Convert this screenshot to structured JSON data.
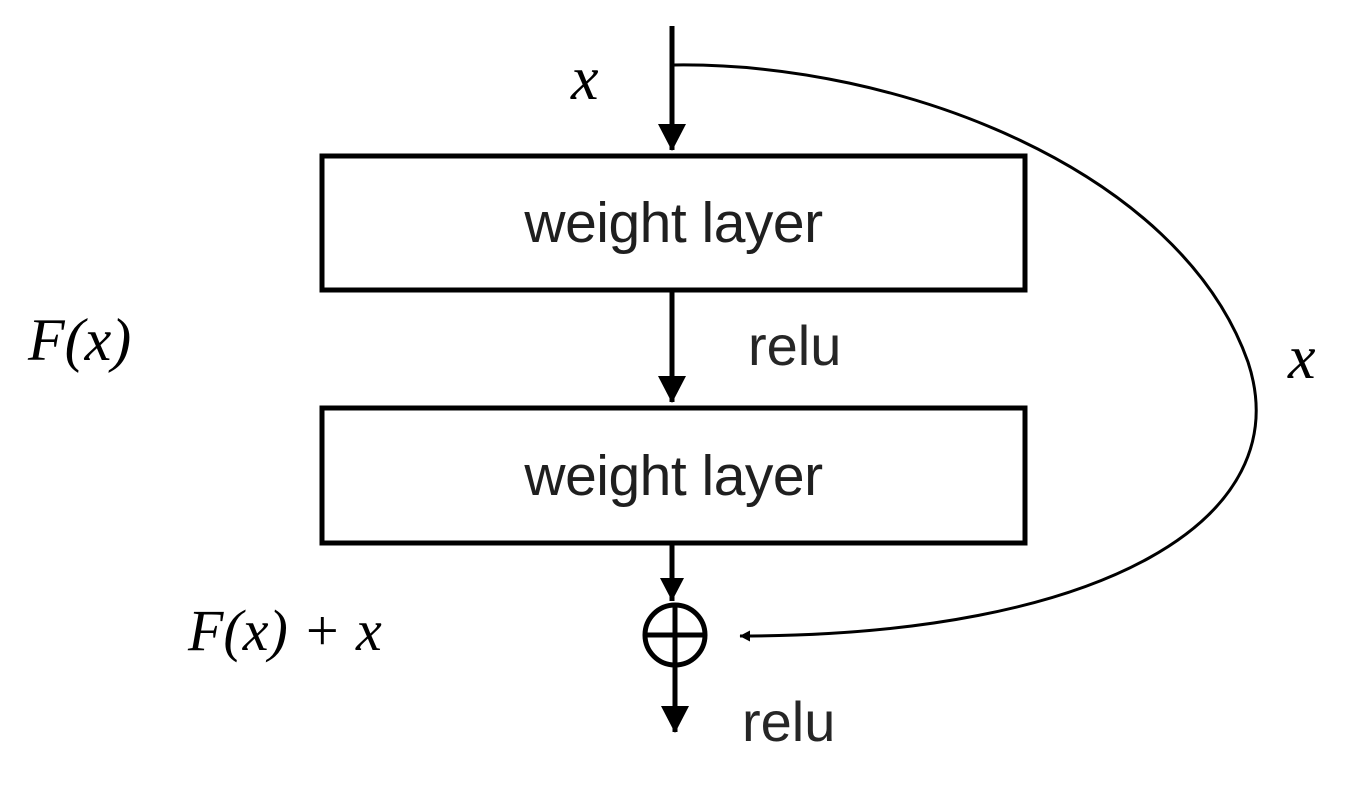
{
  "figure": {
    "name": "residual-learning-building-block",
    "background_color": "#ffffff",
    "stroke_color": "#000000",
    "text_color": "#1f1f1f"
  },
  "blocks": [
    {
      "id": "weight-layer-1",
      "label": "weight layer"
    },
    {
      "id": "weight-layer-2",
      "label": "weight layer"
    }
  ],
  "labels": {
    "input_top": "x",
    "shortcut_right": "x",
    "residual_function": "F(x)",
    "output_sum": "F(x) + x",
    "relu_middle": "relu",
    "relu_bottom": "relu"
  },
  "nodes": {
    "addition_operator": "⊕"
  },
  "edges": [
    {
      "id": "input-to-block1",
      "from": "input",
      "to": "weight-layer-1",
      "kind": "arrow"
    },
    {
      "id": "block1-to-block2",
      "from": "weight-layer-1",
      "to": "weight-layer-2",
      "kind": "arrow",
      "annotation": "relu"
    },
    {
      "id": "block2-to-add",
      "from": "weight-layer-2",
      "to": "addition-node",
      "kind": "arrow"
    },
    {
      "id": "identity-shortcut",
      "from": "input",
      "to": "addition-node",
      "kind": "curved-arrow",
      "annotation": "x"
    },
    {
      "id": "add-to-output",
      "from": "addition-node",
      "to": "output",
      "kind": "arrow",
      "annotation": "relu"
    }
  ]
}
